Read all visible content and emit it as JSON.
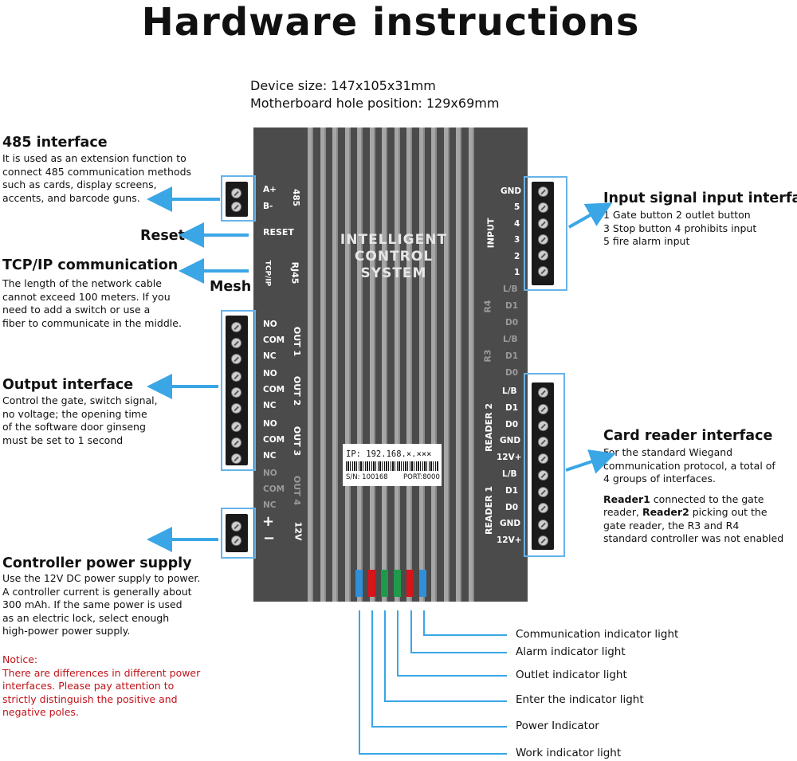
{
  "title": "Hardware instructions",
  "specs": {
    "device_size": "Device size: 147x105x31mm",
    "hole_position": "Motherboard hole position: 129x69mm"
  },
  "left": {
    "i485": {
      "heading": "485 interface",
      "lines": [
        "It is used as an extension function to",
        "connect 485 communication methods",
        "such as cards, display screens,",
        "accents, and barcode guns."
      ]
    },
    "reset": "Reset",
    "tcpip": {
      "heading": "TCP/IP communication",
      "mesh": "Mesh",
      "lines": [
        "The length of the network cable",
        "cannot exceed 100 meters. If you",
        "need to add a switch or use a",
        "fiber to communicate in the middle."
      ]
    },
    "output": {
      "heading": "Output interface",
      "lines": [
        "Control the gate, switch signal,",
        "no voltage; the opening time",
        "of the software door ginseng",
        "must be set to 1 second"
      ]
    },
    "power": {
      "heading": "Controller power supply",
      "lines": [
        "Use the 12V DC power supply to power.",
        "A controller current is generally about",
        "300 mAh. If the same power is used",
        "as an electric lock, select enough",
        "high-power power supply."
      ]
    },
    "notice": {
      "lines": [
        "Notice:",
        "There are differences in different power",
        "interfaces. Please pay attention to",
        "strictly distinguish the positive and",
        "negative poles."
      ]
    }
  },
  "right": {
    "input": {
      "heading": "Input signal input interface",
      "lines": [
        "1 Gate button 2 outlet button",
        "3 Stop button 4 prohibits input",
        "5 fire alarm input"
      ]
    },
    "card": {
      "heading": "Card reader interface",
      "lines": [
        "For the standard Wiegand",
        "communication protocol, a total of",
        "4 groups of interfaces."
      ],
      "reader1": "Reader1",
      "r1_rest": " connected to the gate",
      "reader2_pre": "reader, ",
      "reader2": "Reader2",
      "r2_rest": " picking out the",
      "lines2": [
        "gate reader, the R3 and R4",
        "standard controller was not enabled"
      ]
    }
  },
  "board": {
    "grill": [
      "INTELLIGENT",
      "CONTROL",
      "SYSTEM"
    ],
    "left_pins": {
      "ab": [
        "A+",
        "B-"
      ],
      "out_pins": [
        "NO",
        "COM",
        "NC"
      ],
      "pm": [
        "+",
        "−"
      ]
    },
    "left_groups": {
      "g485": "485",
      "reset": "RESET",
      "rj45": "RJ45",
      "tcpip": "TCP/IP",
      "out1": "OUT 1",
      "out2": "OUT 2",
      "out3": "OUT 3",
      "out4": "OUT 4",
      "v12": "12V"
    },
    "right_pins": {
      "input": [
        "GND",
        "5",
        "4",
        "3",
        "2",
        "1"
      ],
      "r4": [
        "L/B",
        "D1",
        "D0"
      ],
      "r3": [
        "L/B",
        "D1",
        "D0"
      ],
      "reader2": [
        "L/B",
        "D1",
        "D0",
        "GND",
        "12V+"
      ],
      "reader1": [
        "L/B",
        "D1",
        "D0",
        "GND",
        "12V+"
      ]
    },
    "right_groups": {
      "input": "INPUT",
      "r4": "R4",
      "r3": "R3",
      "reader2": "READER 2",
      "reader1": "READER 1"
    },
    "ip_label": {
      "ip": "IP: 192.168.×.×××",
      "sn": "S/N: 100168",
      "port": "PORT:8000"
    },
    "led_colors": [
      "#2f8fd8",
      "#d8141b",
      "#1f9a4a",
      "#1f9a4a",
      "#d8141b",
      "#2f8fd8"
    ]
  },
  "indicators": [
    "Communication indicator light",
    "Alarm indicator light",
    "Outlet indicator light",
    "Enter the indicator light",
    "Power Indicator",
    "Work indicator light"
  ],
  "colors": {
    "accent": "#3aa6e6",
    "notice": "#c0141a",
    "board": "#4b4b4b"
  }
}
